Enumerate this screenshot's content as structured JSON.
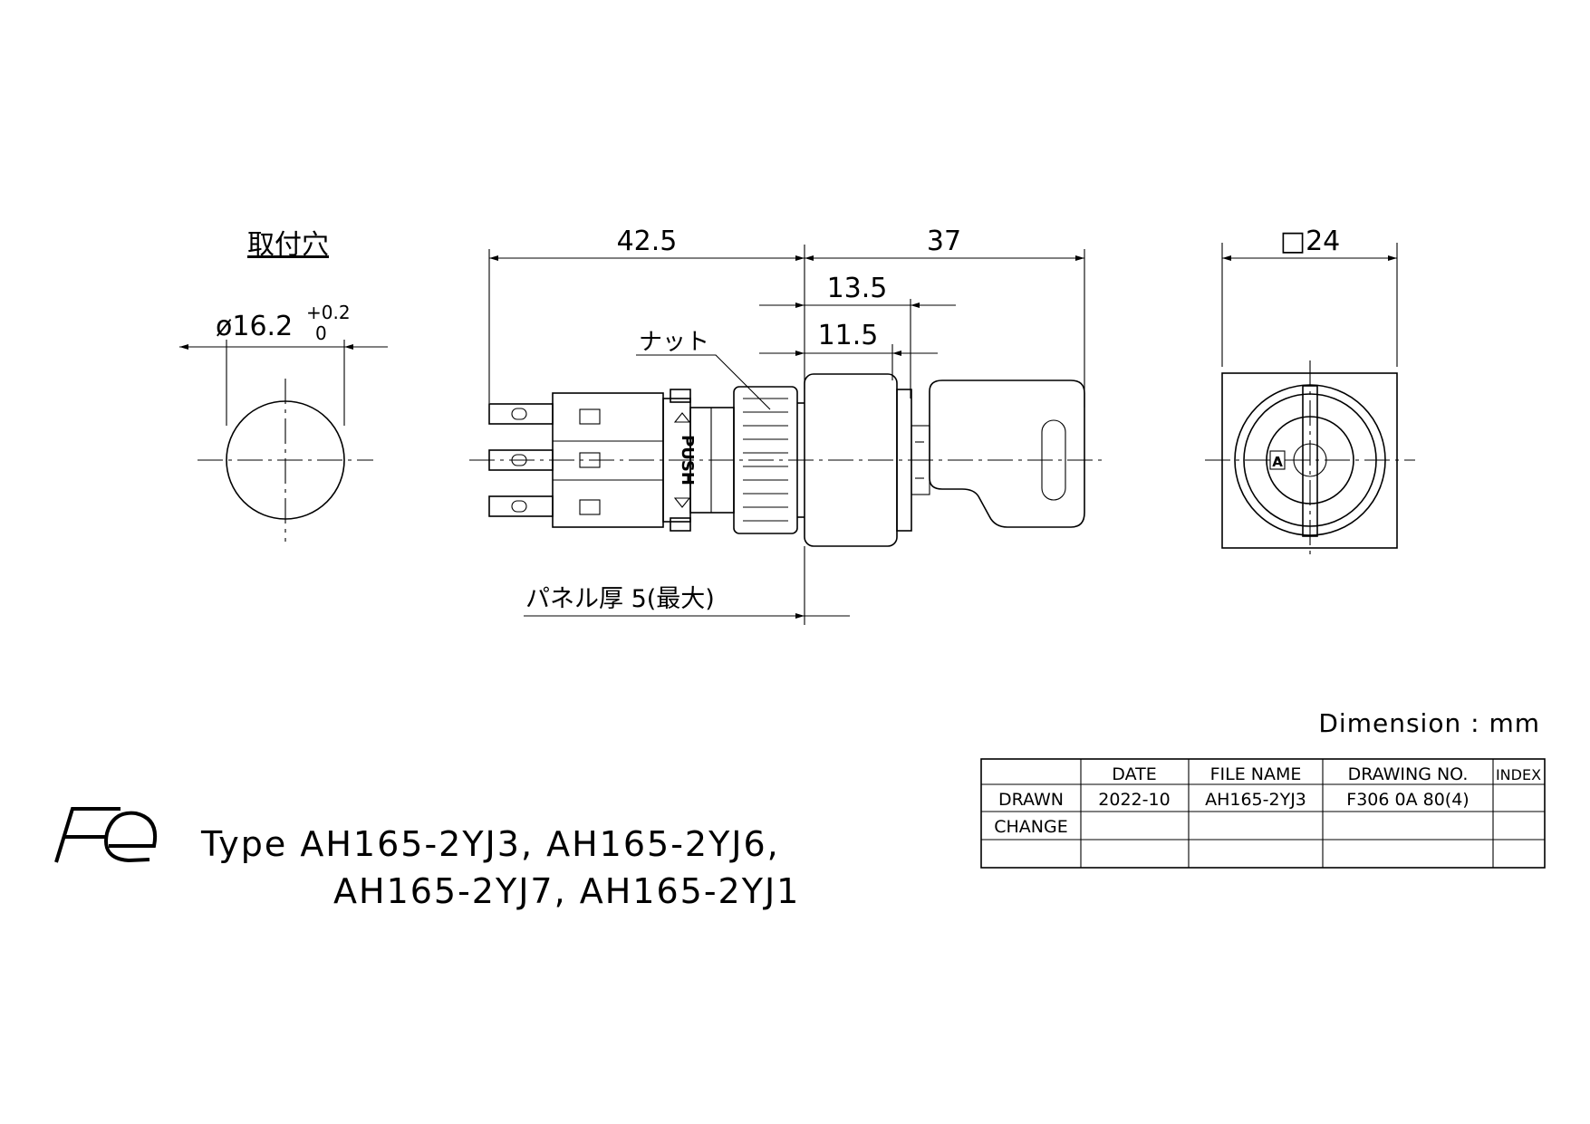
{
  "mounting_hole": {
    "title": "取付穴",
    "diameter_prefix": "ø16.2",
    "tol_plus": "+0.2",
    "tol_minus": "0"
  },
  "side_view": {
    "dim_rear": "42.5",
    "dim_front": "37",
    "dim_13_5": "13.5",
    "dim_11_5": "11.5",
    "nut_label": "ナット",
    "push_label": "PUSH",
    "panel_label": "パネル厚 5(最大)"
  },
  "front_view": {
    "square_label": "□24",
    "key_mark": "A"
  },
  "units": "Dimension : mm",
  "type_line1": "Type AH165-2YJ3, AH165-2YJ6,",
  "type_line2": "AH165-2YJ7, AH165-2YJ1",
  "logo": "Fe",
  "title_block": {
    "headers": [
      "",
      "DATE",
      "FILE NAME",
      "DRAWING NO.",
      "INDEX"
    ],
    "rows": [
      [
        "DRAWN",
        "2022-10",
        "AH165-2YJ3",
        "F306 0A 80(4)",
        ""
      ],
      [
        "CHANGE",
        "",
        "",
        "",
        ""
      ],
      [
        "",
        "",
        "",
        "",
        ""
      ]
    ]
  }
}
